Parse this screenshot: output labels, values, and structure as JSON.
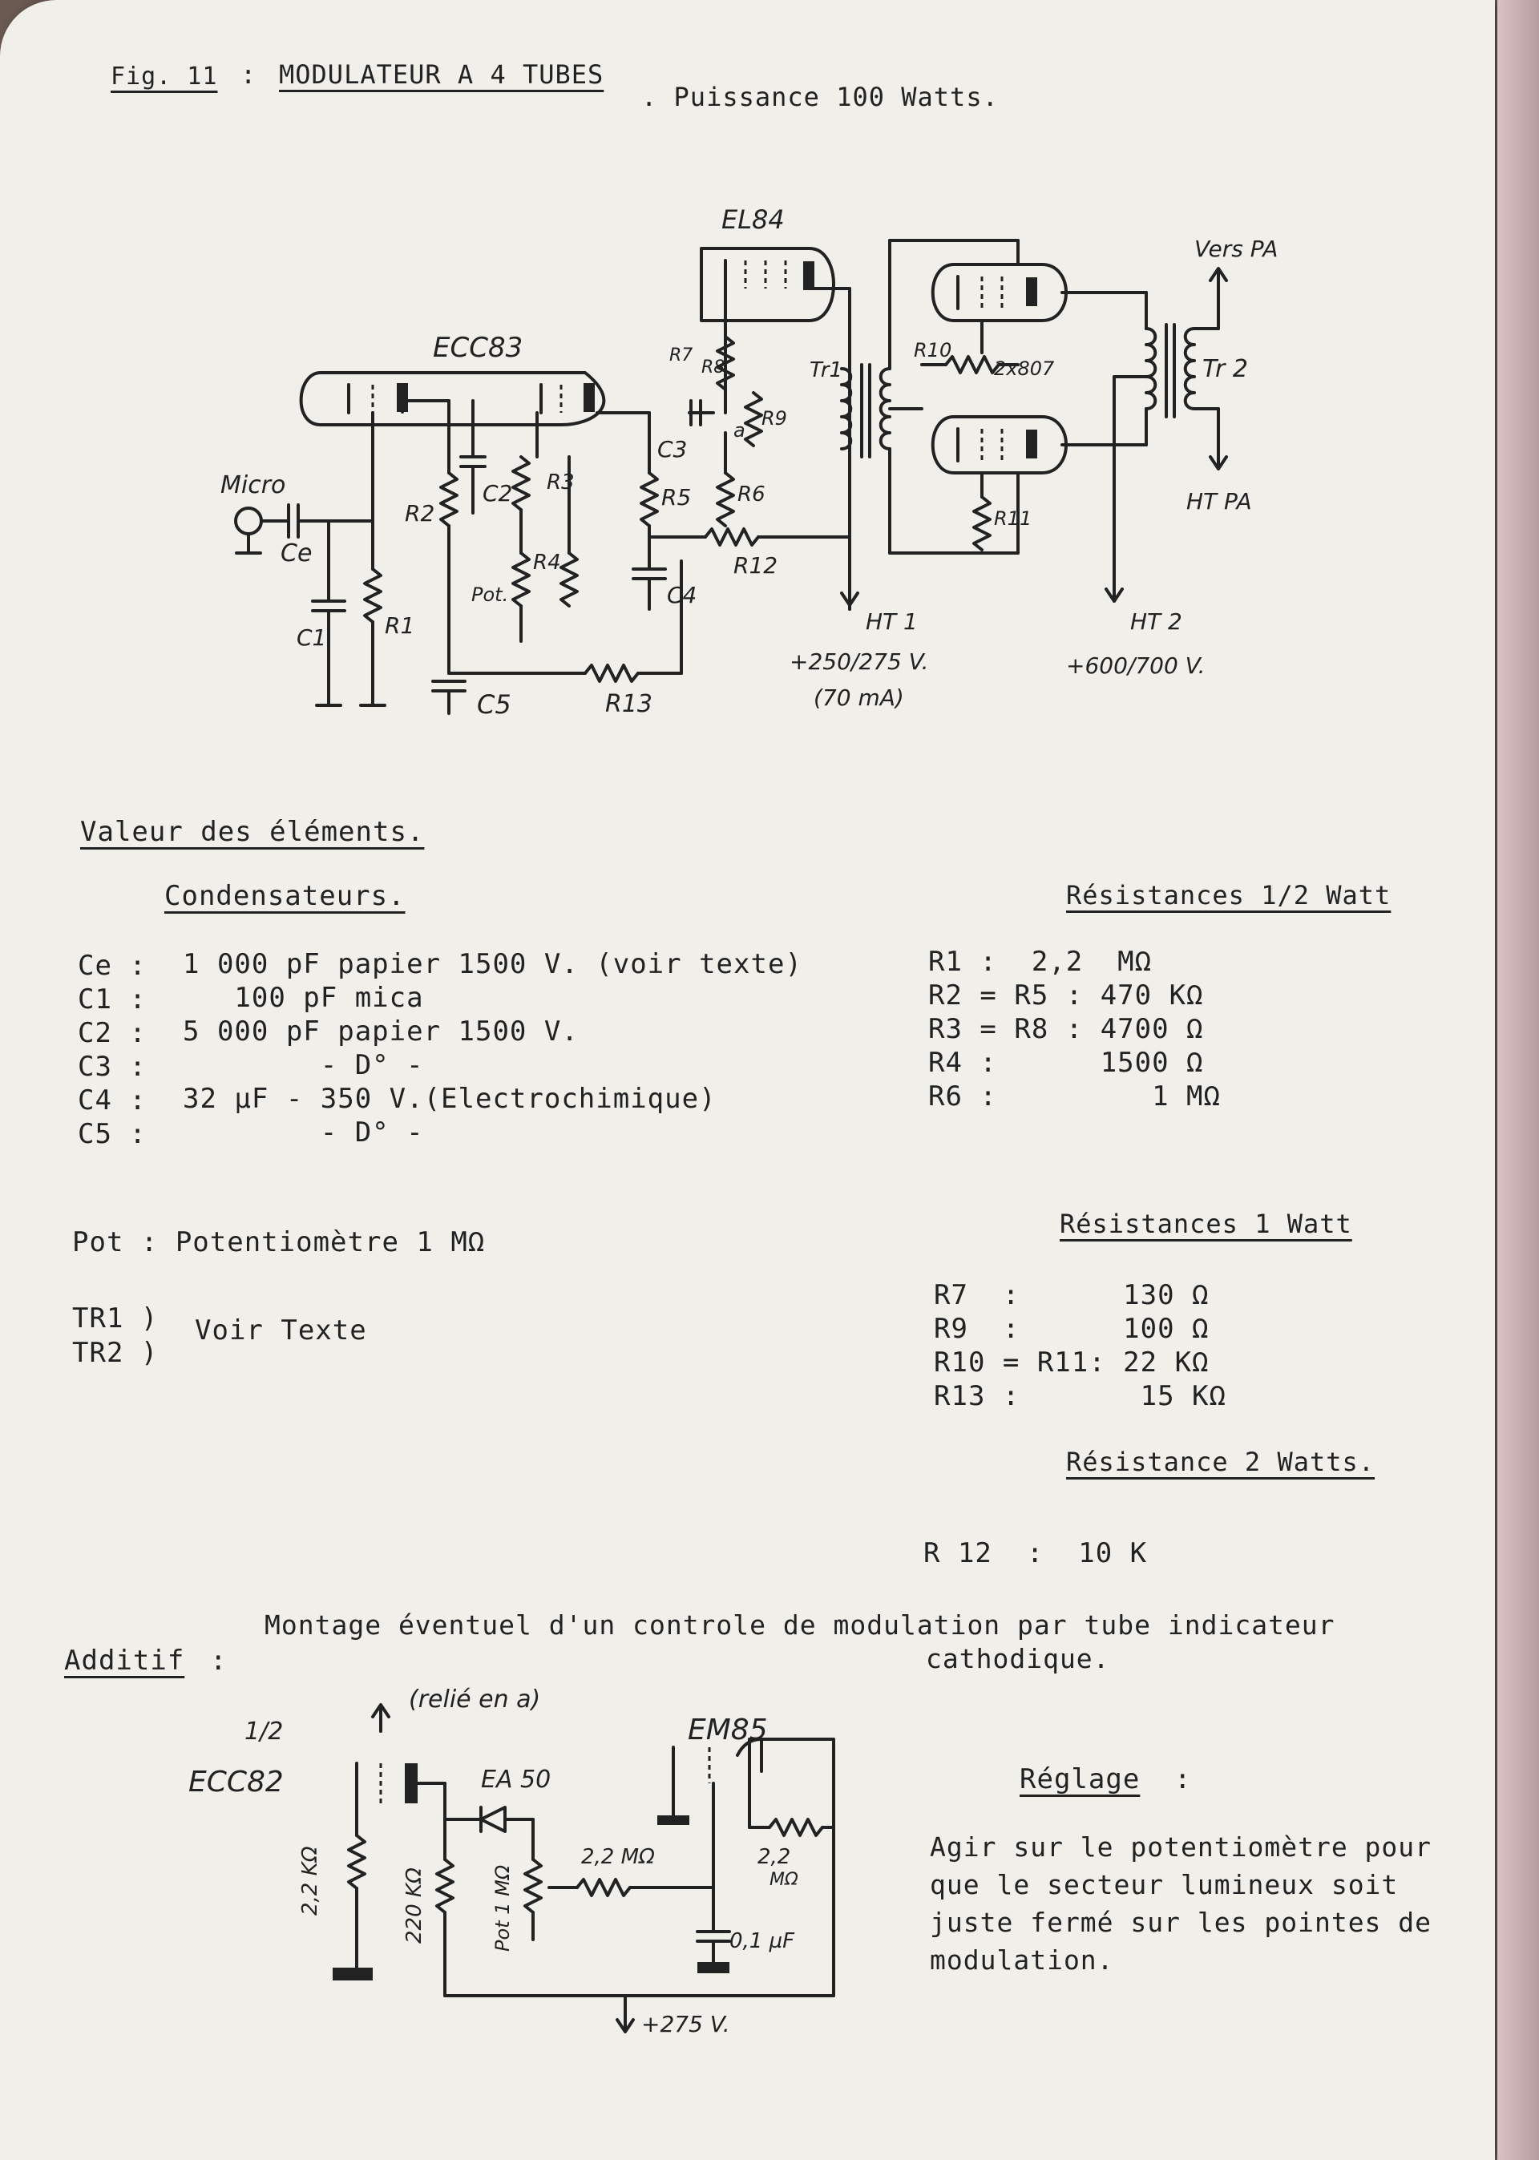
{
  "header": {
    "fig": "Fig. 11",
    "colon": ":",
    "title": "MODULATEUR A 4 TUBES",
    "subtitle": ". Puissance 100 Watts."
  },
  "schematic": {
    "labels": {
      "el84": "EL84",
      "ecc83": "ECC83",
      "micro": "Micro",
      "ce": "Ce",
      "c1": "C1",
      "r1": "R1",
      "r2": "R2",
      "c2": "C2",
      "r3": "R3",
      "r4": "R4",
      "pot": "Pot.",
      "c5": "C5",
      "r13": "R13",
      "r5": "R5",
      "c4": "C4",
      "r7": "R7",
      "r8": "R8",
      "r9": "R9",
      "c3": "C3",
      "a": "a",
      "r6": "R6",
      "r12": "R12",
      "tr1": "Tr1",
      "r10": "R10",
      "tubes": "2x807",
      "r11": "R11",
      "vers_pa": "Vers PA",
      "tr2": "Tr 2",
      "ht_pa": "HT PA",
      "ht1": "HT 1",
      "ht1_v": "+250/275 V.",
      "ht1_i": "(70 mA)",
      "ht2": "HT 2",
      "ht2_v": "+600/700 V."
    }
  },
  "elements": {
    "heading": "Valeur des éléments.",
    "condensateurs": {
      "heading": "Condensateurs.",
      "rows": [
        {
          "ref": "Ce :",
          "val": "1 000 pF papier 1500 V. (voir texte)"
        },
        {
          "ref": "C1 :",
          "val": "   100 pF mica"
        },
        {
          "ref": "C2 :",
          "val": "5 000 pF papier 1500 V."
        },
        {
          "ref": "C3 :",
          "val": "        - D° -"
        },
        {
          "ref": "C4 :",
          "val": "32 µF - 350 V.(Electrochimique)"
        },
        {
          "ref": "C5 :",
          "val": "        - D° -"
        }
      ]
    },
    "res_half": {
      "heading": "Résistances 1/2 Watt",
      "rows": [
        "R1 :  2,2  MΩ",
        "R2 = R5 : 470 KΩ",
        "R3 = R8 : 4700 Ω",
        "R4 :      1500 Ω",
        "R6 :         1 MΩ"
      ]
    },
    "pot": "Pot : Potentiomètre 1 MΩ",
    "tr1": "TR1 )",
    "tr2": "TR2 )",
    "voir": "Voir Texte",
    "res_1w": {
      "heading": "Résistances 1 Watt",
      "rows": [
        "R7  :      130 Ω",
        "R9  :      100 Ω",
        "R10 = R11: 22 KΩ",
        "R13 :       15 KΩ"
      ]
    },
    "res_2w": {
      "heading": "Résistance 2 Watts.",
      "row": "R 12  :  10 K"
    }
  },
  "additif": {
    "label": "Additif",
    "colon": ":",
    "text1": "Montage éventuel d'un controle de modulation par tube indicateur",
    "text2": "cathodique.",
    "schematic": {
      "relie": "(relié en a)",
      "half": "1/2",
      "ecc82": "ECC82",
      "ea50": "EA 50",
      "em85": "EM85",
      "r22k": "2,2 KΩ",
      "r220k": "220 KΩ",
      "pot1m": "Pot 1 MΩ",
      "r22m_a": "2,2 MΩ",
      "r22m_b": "2,2",
      "r22m_b2": "MΩ",
      "cap": "0,1 µF",
      "supply": "+275 V."
    },
    "reglage": {
      "heading": "Réglage",
      "colon": ":",
      "lines": [
        "Agir sur le potentiomètre pour",
        "que le secteur lumineux soit",
        "juste fermé sur les pointes de",
        "modulation."
      ]
    }
  }
}
